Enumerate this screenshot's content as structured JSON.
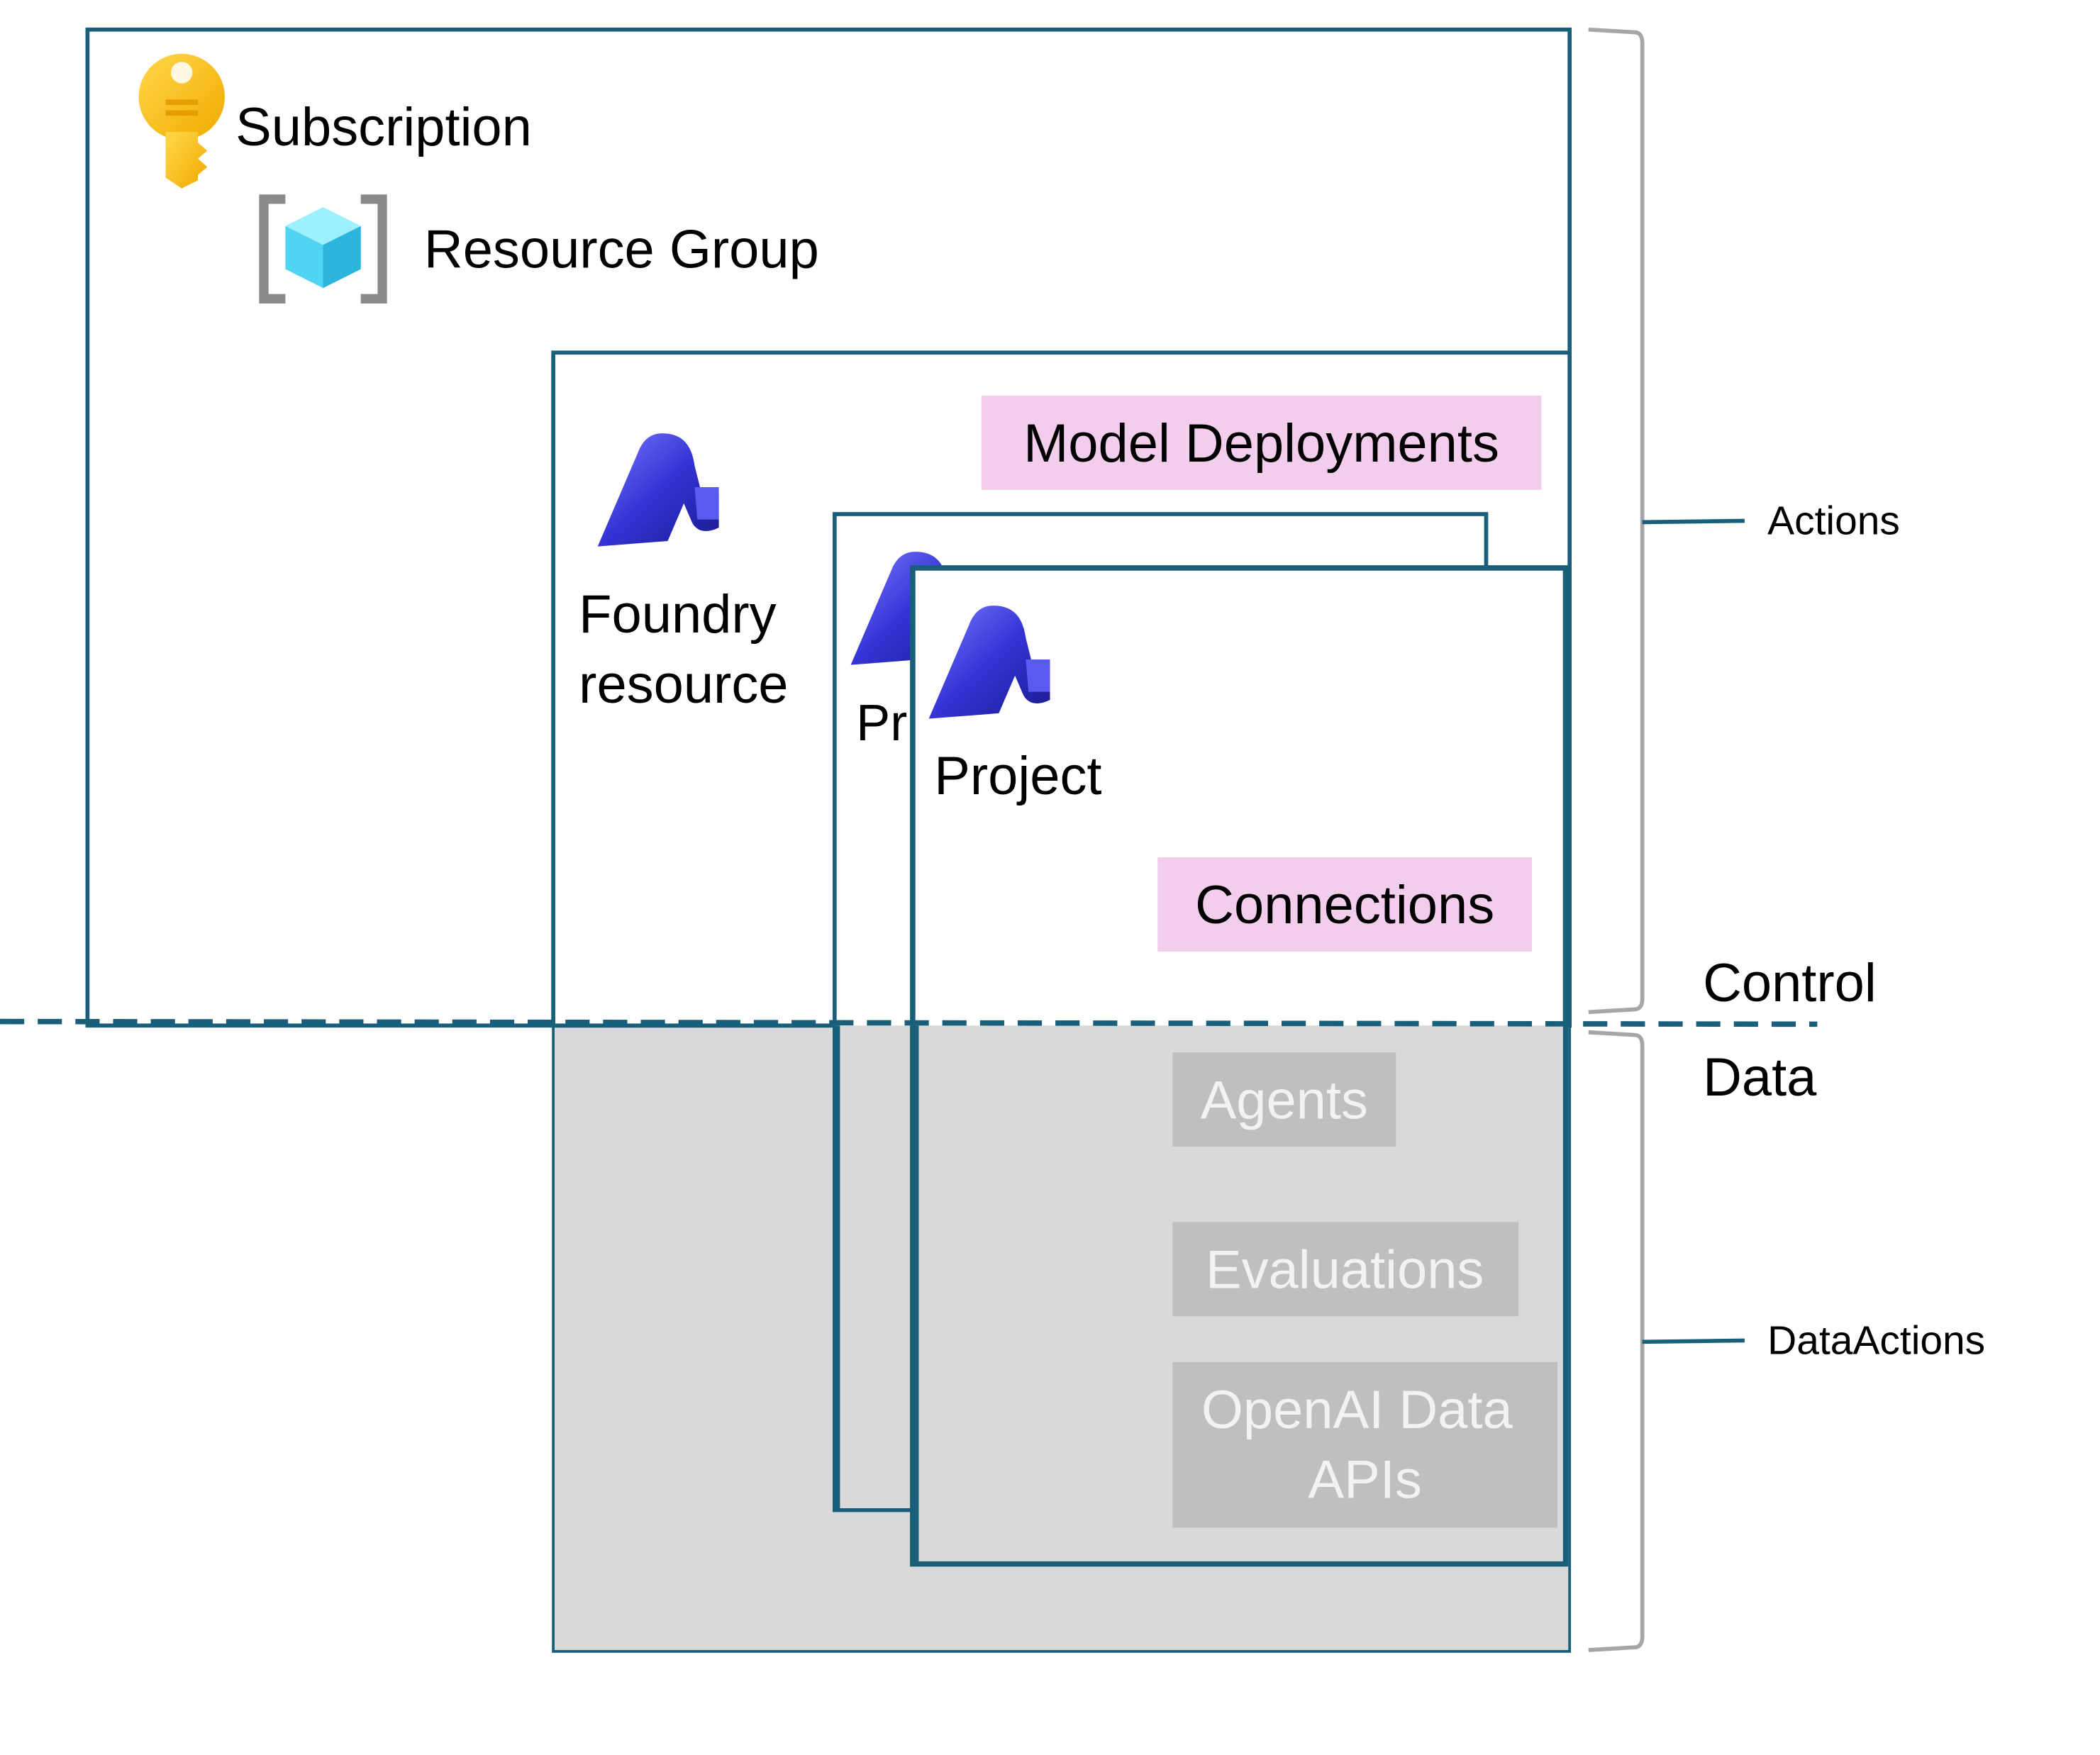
{
  "subscription": {
    "label": "Subscription",
    "icon": "key-icon"
  },
  "resource_group": {
    "label": "Resource Group",
    "icon": "resource-group-cube-icon"
  },
  "foundry_resource": {
    "label_line1": "Foundry",
    "label_line2": "resource",
    "icon": "foundry-icon"
  },
  "model_deployments": {
    "label": "Model Deployments"
  },
  "project_back": {
    "label": "Pr",
    "icon": "foundry-icon"
  },
  "project_front": {
    "label": "Project",
    "icon": "foundry-icon"
  },
  "connections": {
    "label": "Connections"
  },
  "data_items": {
    "agents": "Agents",
    "evaluations": "Evaluations",
    "openai_line1": "OpenAI Data",
    "openai_line2": "APIs"
  },
  "planes": {
    "control": "Control",
    "data": "Data"
  },
  "brackets": {
    "actions": "Actions",
    "data_actions": "DataActions"
  },
  "colors": {
    "border": "#1a5f7a",
    "pink": "#f2cdec",
    "gray_region": "#d9d9d9",
    "gray_box": "#bfbfbf",
    "gray_text": "#f2f2f2",
    "bracket": "#a6a6a6",
    "key_gold": "#ffc21a",
    "cube_blue": "#50d4f2",
    "foundry_blue": "#3b3bd8"
  }
}
